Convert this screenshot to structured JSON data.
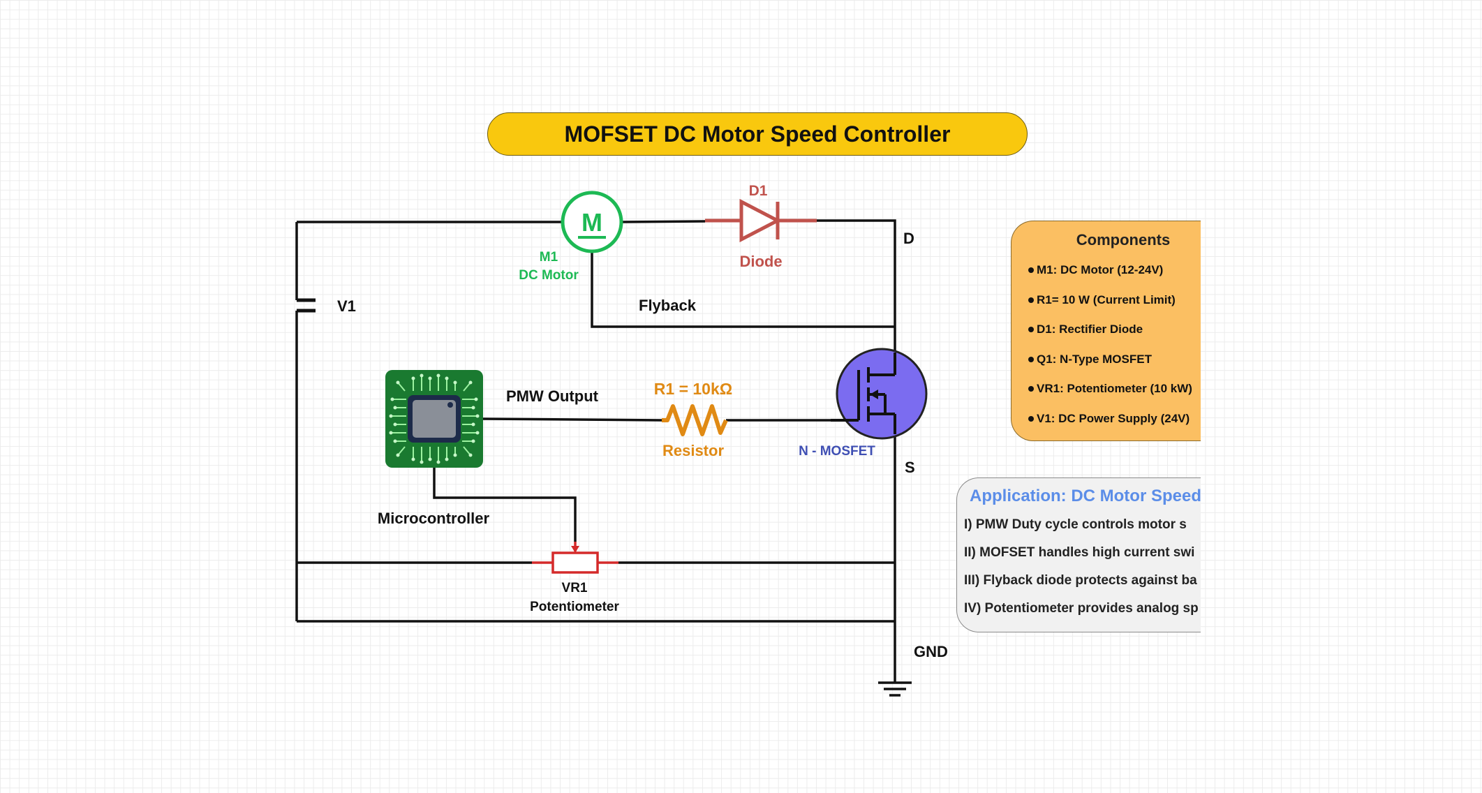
{
  "title": "MOFSET DC Motor Speed Controller",
  "labels": {
    "motor_symbol": "M",
    "motor_id": "M1",
    "motor_name": "DC Motor",
    "diode_id": "D1",
    "diode_name": "Diode",
    "flyback": "Flyback",
    "drain": "D",
    "source": "S",
    "gnd": "GND",
    "supply": "V1",
    "pwm": "PMW Output",
    "resistor_value": "R1 = 10kΩ",
    "resistor_name": "Resistor",
    "mosfet_name": "N - MOSFET",
    "mcu_name": "Microcontroller",
    "pot_id": "VR1",
    "pot_name": "Potentiometer"
  },
  "components": {
    "heading": "Components",
    "items": [
      "M1: DC Motor (12-24V)",
      "R1= 10 W  (Current Limit)",
      "D1: Rectifier Diode",
      "Q1: N-Type MOSFET",
      "VR1: Potentiometer (10 kW)",
      "V1: DC Power Supply (24V)"
    ]
  },
  "application": {
    "heading": "Application: DC Motor Speed",
    "items": [
      "I)  PMW Duty cycle controls motor s",
      "II) MOFSET handles high current swi",
      "III) Flyback diode protects against ba",
      "IV) Potentiometer provides analog sp"
    ]
  },
  "colors": {
    "title_bg": "#f9c80e",
    "motor": "#1db954",
    "diode": "#c0524c",
    "resistor": "#e08a14",
    "mosfet": "#7b6cf0",
    "mosfet_label": "#3f4fb3",
    "pot": "#d42a2a",
    "components_bg": "#fbbf62",
    "application_bg": "#f1f1f1",
    "application_heading": "#5b8de8",
    "mcu": "#1a7a30"
  }
}
